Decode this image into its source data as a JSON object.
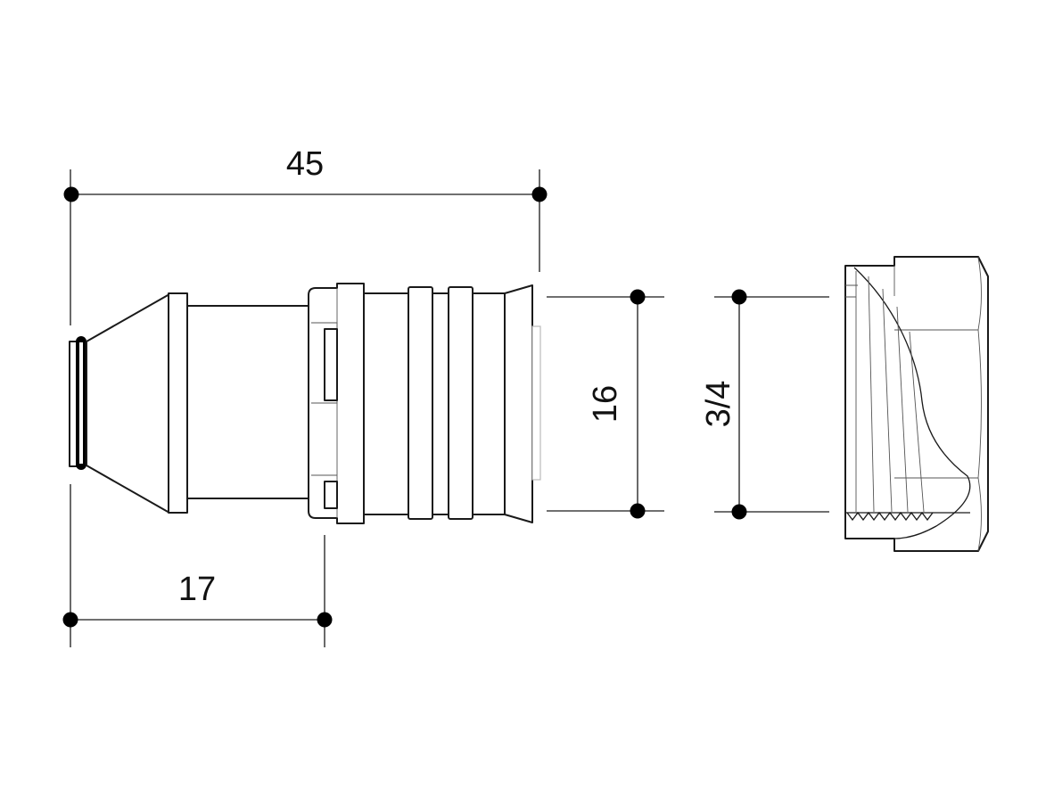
{
  "dimensions": {
    "overall_length": "45",
    "insert_length": "17",
    "pipe_diameter": "16",
    "thread_size": "3/4"
  },
  "colors": {
    "line": "#1a1a1a",
    "oring": "#000000",
    "background": "#ffffff"
  }
}
